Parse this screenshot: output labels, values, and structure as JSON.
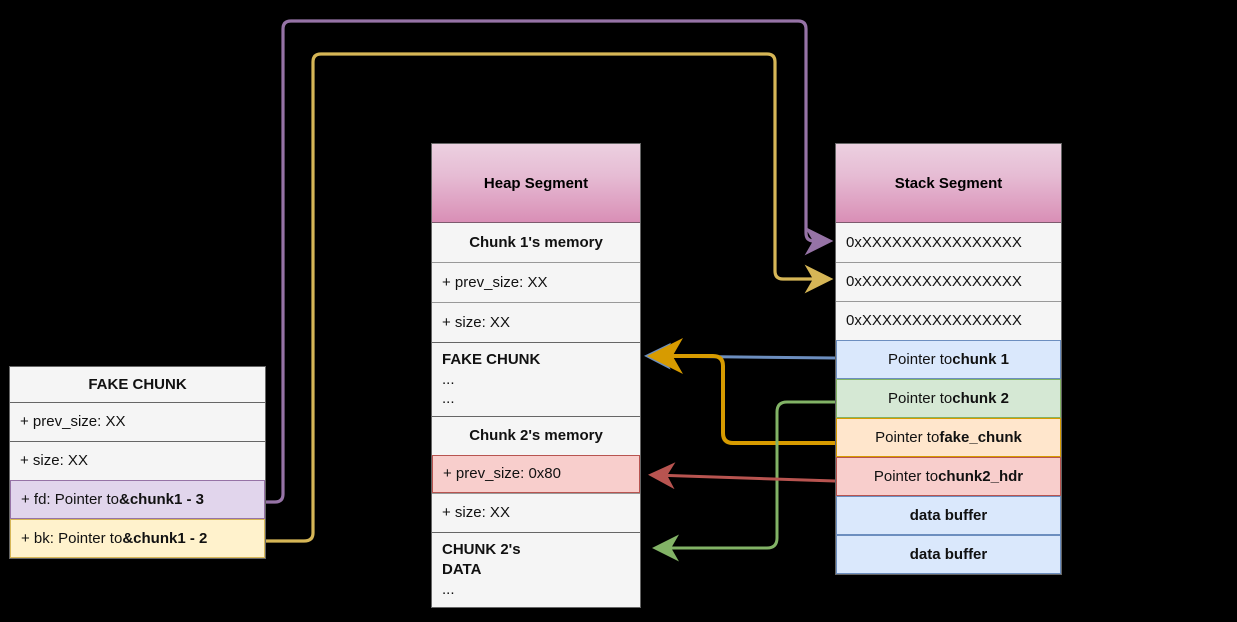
{
  "diagram": {
    "title_hidden": "House of Force / fake chunk heap layout diagram",
    "background": "#000000"
  },
  "fake_chunk": {
    "title": "FAKE CHUNK",
    "rows": [
      {
        "text": "+ prev_size: XX",
        "highlight": "none"
      },
      {
        "text": "+ size: XX",
        "highlight": "none"
      },
      {
        "lead": "+ fd: Pointer to ",
        "strong": "&chunk1 - 3",
        "highlight": "purple"
      },
      {
        "lead": "+ bk: Pointer to ",
        "strong": "&chunk1 - 2",
        "highlight": "yellow"
      }
    ]
  },
  "heap": {
    "title": "Heap Segment",
    "rows": [
      {
        "text": "Chunk 1's memory",
        "style": "center-bold"
      },
      {
        "text": "+ prev_size: XX",
        "style": "plain"
      },
      {
        "text": "+ size: XX",
        "style": "plain"
      },
      {
        "lines": [
          "FAKE CHUNK",
          "...",
          "..."
        ],
        "style": "multiline-bold-first"
      },
      {
        "text": "Chunk 2's memory",
        "style": "center-bold"
      },
      {
        "text": "+ prev_size: 0x80",
        "style": "plain",
        "highlight": "red"
      },
      {
        "text": "+ size: XX",
        "style": "plain"
      },
      {
        "lines": [
          "CHUNK 2's",
          "DATA",
          "..."
        ],
        "style": "multiline-bold-first"
      }
    ]
  },
  "stack": {
    "title": "Stack Segment",
    "rows": [
      {
        "text": "0xXXXXXXXXXXXXXXXX",
        "highlight": "none",
        "align": "left"
      },
      {
        "text": "0xXXXXXXXXXXXXXXXX",
        "highlight": "none",
        "align": "left"
      },
      {
        "text": "0xXXXXXXXXXXXXXXXX",
        "highlight": "none",
        "align": "left"
      },
      {
        "lead": "Pointer to ",
        "strong": "chunk 1",
        "highlight": "blue"
      },
      {
        "lead": "Pointer to ",
        "strong": "chunk 2",
        "highlight": "green"
      },
      {
        "lead": "Pointer to ",
        "strong": "fake_chunk",
        "highlight": "orange"
      },
      {
        "lead": "Pointer to ",
        "strong": "chunk2_hdr",
        "highlight": "red"
      },
      {
        "text": "data buffer",
        "highlight": "blue",
        "bold": true
      },
      {
        "text": "data buffer",
        "highlight": "blue",
        "bold": true
      }
    ]
  },
  "colors": {
    "purple": "#9673a6",
    "yellow": "#d6b656",
    "gold": "#d79b00",
    "blue": "#6c8ebf",
    "green": "#82b366",
    "red": "#b85450",
    "header_pink_top": "#ecd0e0",
    "header_pink_bottom": "#d98fb6",
    "panel_fill": "#f5f5f5",
    "panel_border": "#666666",
    "background": "#000000"
  },
  "connections": [
    {
      "name": "fd-to-stack-row1",
      "from": "fake_chunk.fd",
      "to": "stack.row1",
      "color": "#9673a6"
    },
    {
      "name": "bk-to-stack-row2",
      "from": "fake_chunk.bk",
      "to": "stack.row2",
      "color": "#d6b656"
    },
    {
      "name": "chunk1-to-fake-chunk",
      "from": "stack.pointer_to_chunk_1",
      "to": "heap.fake_chunk",
      "color": "#6c8ebf"
    },
    {
      "name": "fake-chunk-ptr-to-heap",
      "from": "stack.pointer_to_fake_chunk",
      "to": "heap.fake_chunk",
      "color": "#d79b00"
    },
    {
      "name": "chunk2-to-chunk2-data",
      "from": "stack.pointer_to_chunk_2",
      "to": "heap.chunk2_data",
      "color": "#82b366"
    },
    {
      "name": "chunk2hdr-to-prevsize",
      "from": "stack.pointer_to_chunk2_hdr",
      "to": "heap.prev_size_0x80",
      "color": "#b85450"
    }
  ]
}
